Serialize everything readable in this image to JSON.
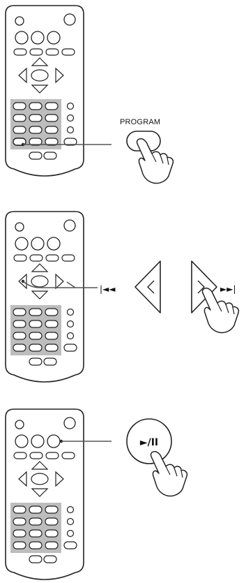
{
  "panels": [
    {
      "id": "program",
      "label": "PROGRAM"
    },
    {
      "id": "skip",
      "label_prev": "|◄◄",
      "label_next": "►►|"
    },
    {
      "id": "play",
      "button_label": "►/II"
    }
  ]
}
